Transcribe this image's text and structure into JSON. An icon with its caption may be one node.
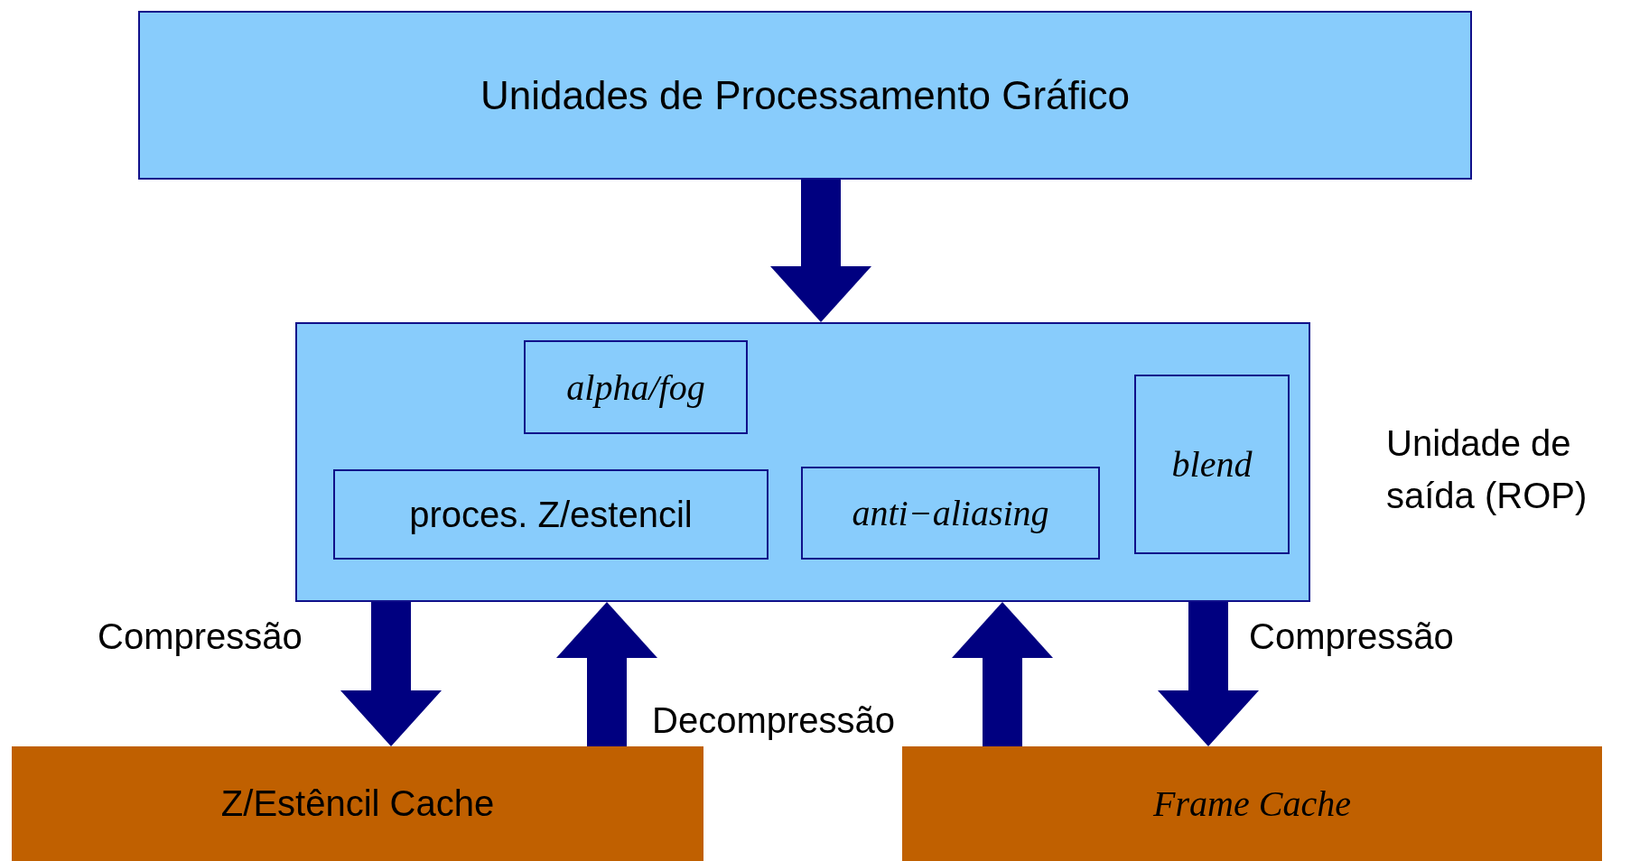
{
  "diagram": {
    "nodes": [
      {
        "text": [
          "Unidades de Processamento Gráfico"
        ]
      },
      {
        "text": [
          "Unidade de saída (ROP)"
        ]
      },
      {
        "text": [
          "alpha/fog"
        ],
        "in": 1
      },
      {
        "text": [
          "proces. Z/estencil"
        ],
        "in": 1
      },
      {
        "text": [
          "anti−aliasing"
        ],
        "in": 1
      },
      {
        "text": [
          "blend"
        ],
        "in": 1
      },
      {
        "text": [
          "Z/Estêncil Cache"
        ]
      },
      {
        "text": [
          "Frame Cache"
        ]
      }
    ],
    "edges": [
      {
        "from": 0,
        "to": 1,
        "arrow": "to"
      },
      {
        "from": 1,
        "to": 6,
        "arrow": "to",
        "label": "Compressão"
      },
      {
        "from": 6,
        "to": 1,
        "arrow": "to",
        "label": "Decompressão"
      },
      {
        "from": 7,
        "to": 1,
        "arrow": "to"
      },
      {
        "from": 1,
        "to": 7,
        "arrow": "to",
        "label": "Compressão"
      }
    ]
  }
}
